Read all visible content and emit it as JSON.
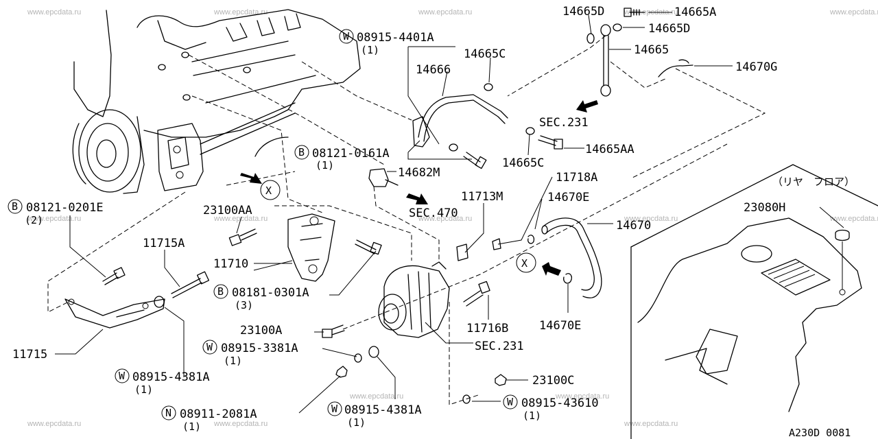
{
  "watermark": "www.epcdata.ru",
  "diagram_code": "A230D 0081",
  "region_label": "（リヤ　フロア）",
  "sec_refs": {
    "sec231_top": "SEC.231",
    "sec470": "SEC.470",
    "sec231_bottom": "SEC.231"
  },
  "parts": {
    "p14665D_top": "14665D",
    "p14665A": "14665A",
    "p14665D_right": "14665D",
    "p14665": "14665",
    "p14670G": "14670G",
    "p08915_4401A": "08915-4401A",
    "p08915_4401A_qty": "(1)",
    "p14665C_top": "14665C",
    "p14666": "14666",
    "p14665AA": "14665AA",
    "p14665C_bottom": "14665C",
    "p08121_0161A": "08121-0161A",
    "p08121_0161A_qty": "(1)",
    "p14682M": "14682M",
    "p11718A": "11718A",
    "p14670E_top": "14670E",
    "p11713M": "11713M",
    "p14670": "14670",
    "p23080H": "23080H",
    "p08121_0201E": "08121-0201E",
    "p08121_0201E_qty": "(2)",
    "p23100AA": "23100AA",
    "p11715A": "11715A",
    "p11710": "11710",
    "p08181_0301A": "08181-0301A",
    "p08181_0301A_qty": "(3)",
    "p23100A": "23100A",
    "p11716B": "11716B",
    "p14670E_bottom": "14670E",
    "p08915_3381A": "08915-3381A",
    "p08915_3381A_qty": "(1)",
    "p11715": "11715",
    "p08915_4381A_left": "08915-4381A",
    "p08915_4381A_left_qty": "(1)",
    "p23100C": "23100C",
    "p08915_43610": "08915-43610",
    "p08915_43610_qty": "(1)",
    "p08911_2081A": "08911-2081A",
    "p08911_2081A_qty": "(1)",
    "p08915_4381A_bottom": "08915-4381A",
    "p08915_4381A_bottom_qty": "(1)"
  },
  "prefixes": {
    "w": "W",
    "b": "B",
    "n": "N",
    "x": "X"
  }
}
